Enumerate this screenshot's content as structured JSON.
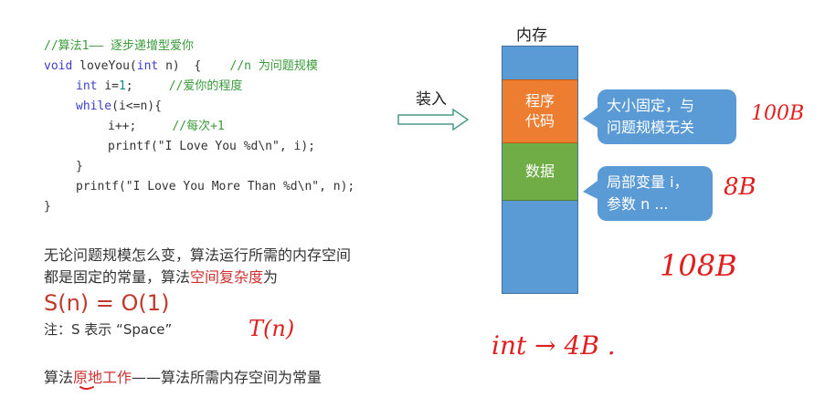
{
  "code": {
    "line1": "//算法1—— 逐步递增型爱你",
    "line2_kw": "void",
    "line2_mid": " loveYou(",
    "line2_kw2": "int",
    "line2_rest": " n)  {",
    "line2_comment": "//n 为问题规模",
    "line3_kw": "int",
    "line3_rest": " i=",
    "line3_num": "1",
    "line3_end": ";",
    "line3_comment": "//爱你的程度",
    "line4_kw": "while",
    "line4_rest": "(i<=n){",
    "line5": "i++;",
    "line5_comment": "//每次+1",
    "line6": "printf(\"I Love You %d\\n\", i);",
    "line7": "}",
    "line8": "printf(\"I Love You More Than %d\\n\", n);",
    "line9": "}"
  },
  "text": {
    "para1_line1": "无论问题规模怎么变，算法运行所需的内存空间",
    "para1_line2_a": "都是固定的常量，算法",
    "para1_line2_red": "空间复杂度",
    "para1_line2_b": "为",
    "formula": "S(n) = O(1)",
    "note": "注：S 表示 “Space”",
    "para2_a": "算法",
    "para2_red": "原地工作",
    "para2_b": "——算法所需内存空间为常量"
  },
  "diagram": {
    "memory_title": "内存",
    "load_label": "装入",
    "code_segment": "程序\n代码",
    "code_segment_l1": "程序",
    "code_segment_l2": "代码",
    "data_segment": "数据",
    "callout1_l1": "大小固定，与",
    "callout1_l2": "问题规模无关",
    "callout2_l1": "局部变量 i，",
    "callout2_l2": "参数 n ..."
  },
  "handwriting": {
    "size_code": "100B",
    "size_data": "8B",
    "size_total": "108B",
    "time_note": "T(n)",
    "int_note": "int → 4B ."
  },
  "colors": {
    "memory_blue": "#5b9bd5",
    "code_orange": "#ed7d31",
    "data_green": "#70ad47",
    "annotation_red": "#e02020"
  }
}
